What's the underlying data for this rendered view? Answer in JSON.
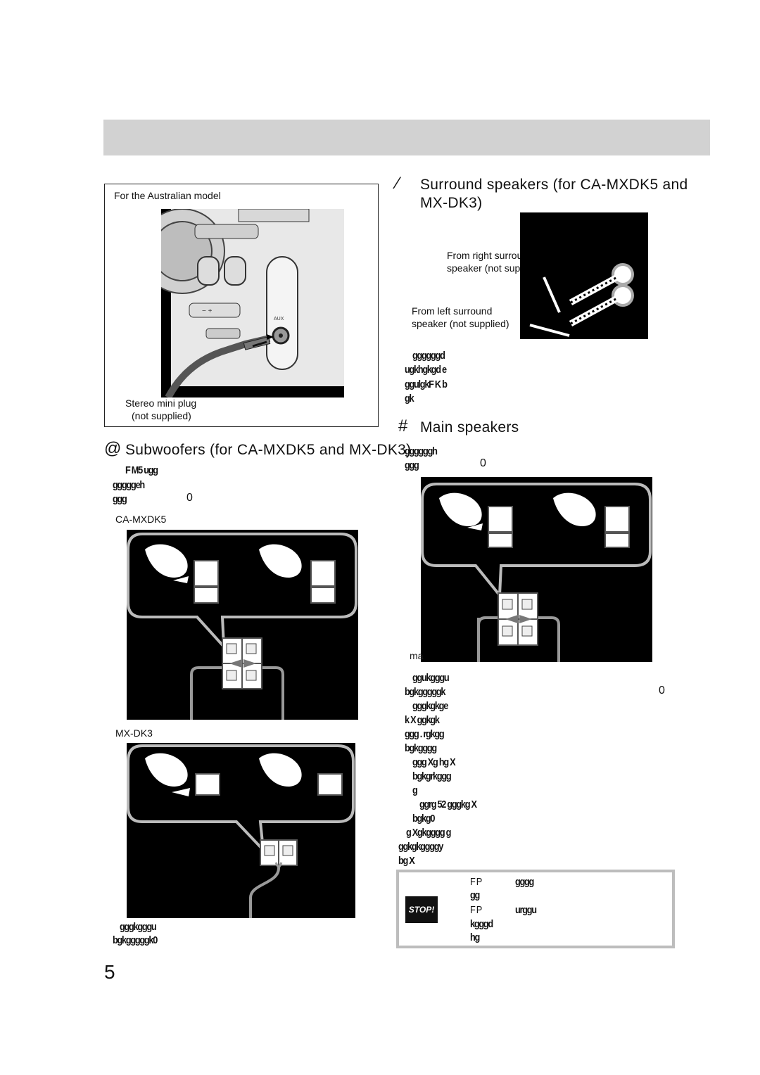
{
  "aus_box": {
    "title": "For the Australian model",
    "aux_label": "AUX",
    "caption_line1": "Stereo mini plug",
    "caption_line2": "(not supplied)"
  },
  "surround": {
    "symbol": "⁄",
    "heading_line1": "Surround speakers (for CA-MXDK5 and",
    "heading_line2": "MX-DK3)",
    "label_right_1": "From right surrou",
    "label_right_2": "speaker (not sup",
    "label_left_1": "From left surround",
    "label_left_2": "speaker (not supplied)",
    "body": [
      "ggggggd",
      "ugkhgkgd e",
      "ggulgkF K  b",
      "gk"
    ]
  },
  "main_speakers": {
    "symbol": "#",
    "heading": "Main speakers",
    "intro": [
      "ggggggh",
      "ggg"
    ],
    "intro_tail": "0",
    "cut_label": "ma",
    "body": [
      "ggukgggu",
      "bgkgggggk",
      "gggkgkge",
      "k  X  ggkgk",
      "ggg  .  rgkgg",
      "bgkgggg",
      "ggg  Xg hg  X",
      "bgkgrkggg",
      "g",
      "ggrg 52  gggkg  X",
      "bgkg0",
      "g  Xgkgggg  g",
      "ggkgkggggy",
      "bg  X"
    ],
    "body_tail": "0"
  },
  "subwoofers": {
    "symbol": "@",
    "heading": "Subwoofers (for CA-MXDK5 and MX-DK3)",
    "intro": [
      "F  M5  ugg",
      "gggggeh",
      "ggg"
    ],
    "intro_tail": "0",
    "label_mxdk5": "CA-MXDK5",
    "label_mxdk3": "MX-DK3",
    "body": [
      "gggkgggu",
      "bgkgggggk0"
    ]
  },
  "warning": {
    "stop_label": "STOP!",
    "item1_lead": "F   P",
    "item1_text": [
      "gggg",
      "gg"
    ],
    "item2_lead": "F   P",
    "item2_text": [
      "urggu",
      "kgggd",
      "hg"
    ]
  },
  "page_number": "5"
}
